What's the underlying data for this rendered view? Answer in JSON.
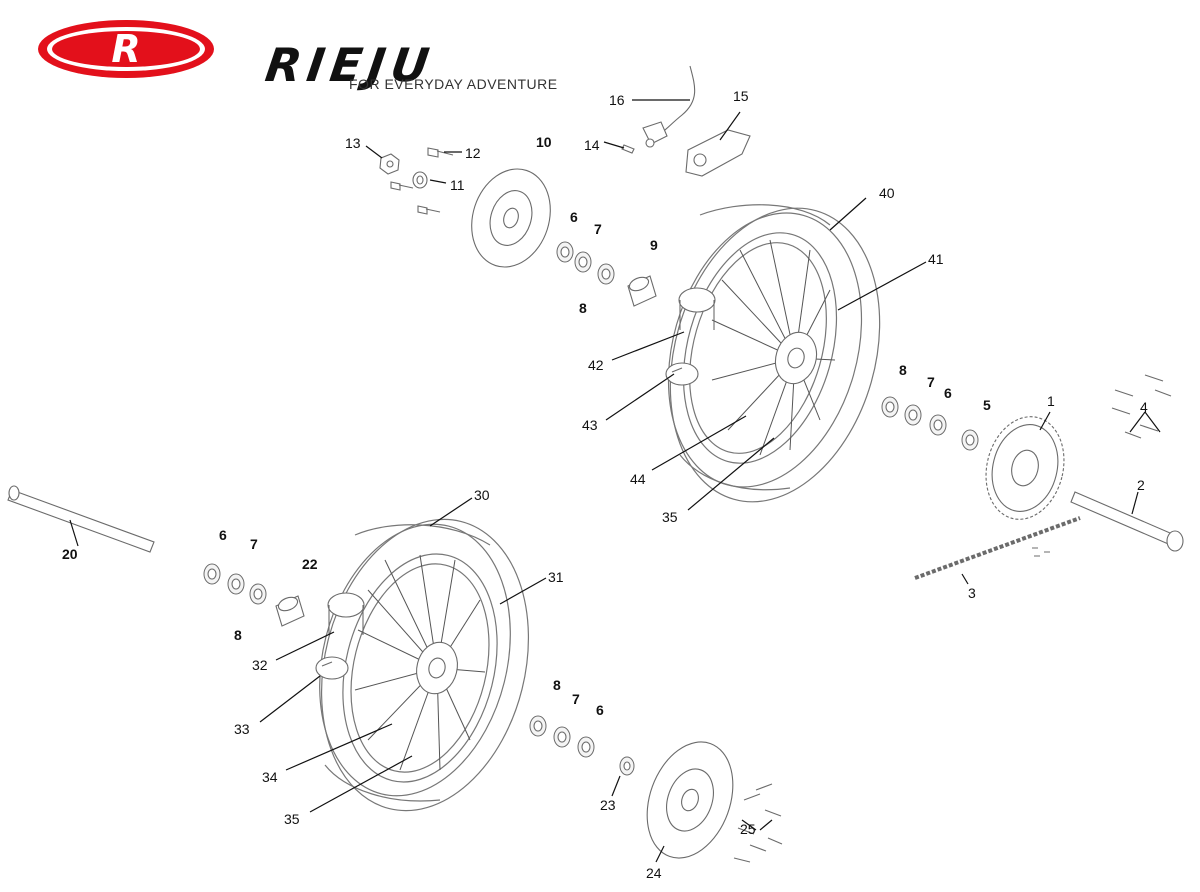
{
  "brand": {
    "emblem_letter": "R",
    "wordmark": "RIEJU",
    "tagline": "FOR EVERYDAY ADVENTURE",
    "color_primary": "#e3101b",
    "color_text": "#111111"
  },
  "callouts": [
    {
      "id": "c16",
      "label": "16",
      "bold": false
    },
    {
      "id": "c15",
      "label": "15",
      "bold": false
    },
    {
      "id": "c13",
      "label": "13",
      "bold": false
    },
    {
      "id": "c12",
      "label": "12",
      "bold": false
    },
    {
      "id": "c11",
      "label": "11",
      "bold": false
    },
    {
      "id": "c14",
      "label": "14",
      "bold": false
    },
    {
      "id": "c10",
      "label": "10",
      "bold": true
    },
    {
      "id": "c6a",
      "label": "6",
      "bold": true
    },
    {
      "id": "c7a",
      "label": "7",
      "bold": true
    },
    {
      "id": "c9",
      "label": "9",
      "bold": true
    },
    {
      "id": "c8a",
      "label": "8",
      "bold": true
    },
    {
      "id": "c40",
      "label": "40",
      "bold": false
    },
    {
      "id": "c41",
      "label": "41",
      "bold": false
    },
    {
      "id": "c42",
      "label": "42",
      "bold": false
    },
    {
      "id": "c43",
      "label": "43",
      "bold": false
    },
    {
      "id": "c44",
      "label": "44",
      "bold": false
    },
    {
      "id": "c35a",
      "label": "35",
      "bold": false
    },
    {
      "id": "c8b",
      "label": "8",
      "bold": true
    },
    {
      "id": "c7b",
      "label": "7",
      "bold": true
    },
    {
      "id": "c6b",
      "label": "6",
      "bold": true
    },
    {
      "id": "c5",
      "label": "5",
      "bold": true
    },
    {
      "id": "c1",
      "label": "1",
      "bold": false
    },
    {
      "id": "c4",
      "label": "4",
      "bold": false
    },
    {
      "id": "c2",
      "label": "2",
      "bold": false
    },
    {
      "id": "c3",
      "label": "3",
      "bold": false
    },
    {
      "id": "c20",
      "label": "20",
      "bold": true
    },
    {
      "id": "c6c",
      "label": "6",
      "bold": true
    },
    {
      "id": "c7c",
      "label": "7",
      "bold": true
    },
    {
      "id": "c22",
      "label": "22",
      "bold": true
    },
    {
      "id": "c8c",
      "label": "8",
      "bold": true
    },
    {
      "id": "c30",
      "label": "30",
      "bold": false
    },
    {
      "id": "c31",
      "label": "31",
      "bold": false
    },
    {
      "id": "c32",
      "label": "32",
      "bold": false
    },
    {
      "id": "c33",
      "label": "33",
      "bold": false
    },
    {
      "id": "c34",
      "label": "34",
      "bold": false
    },
    {
      "id": "c35b",
      "label": "35",
      "bold": false
    },
    {
      "id": "c8d",
      "label": "8",
      "bold": true
    },
    {
      "id": "c7d",
      "label": "7",
      "bold": true
    },
    {
      "id": "c6d",
      "label": "6",
      "bold": true
    },
    {
      "id": "c23",
      "label": "23",
      "bold": false
    },
    {
      "id": "c25",
      "label": "25",
      "bold": false
    },
    {
      "id": "c24",
      "label": "24",
      "bold": false
    }
  ]
}
